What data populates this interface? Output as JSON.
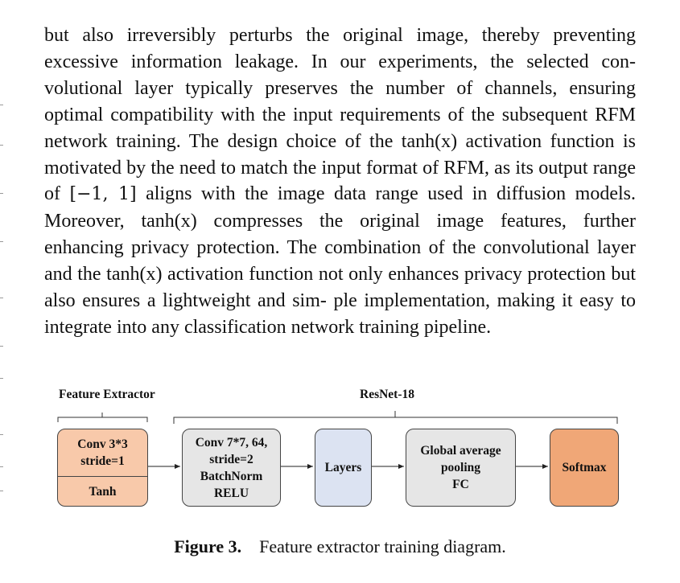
{
  "paragraph": {
    "line1": "but also irreversibly perturbs the original image, thereby preventing",
    "line2": "excessive information leakage. In our experiments, the selected con-",
    "line3": "volutional layer typically preserves the number of channels, ensuring",
    "line4": "optimal compatibility with the input requirements of the subsequent",
    "line5": "RFM network training. The design choice of the tanh(x) activation",
    "line6": "function is motivated by the need to match the input format of RFM,",
    "line7_a": "as its output range of ",
    "line7_math": "[−1, 1]",
    "line7_b": " aligns with the image data range used in",
    "line8": "diffusion models. Moreover, tanh(x) compresses the original image",
    "line9": "features, further enhancing privacy protection. The combination of",
    "line10": "the convolutional layer and the tanh(x) activation function not only",
    "line11": "enhances privacy protection but also ensures a lightweight and sim-",
    "line12": "ple implementation, making it easy to integrate into any classification",
    "line13": "network training pipeline."
  },
  "diagram": {
    "feature_extractor_label": "Feature Extractor",
    "resnet_label": "ResNet-18",
    "fe_box": {
      "line1": "Conv 3*3",
      "line2": "stride=1",
      "bottom": "Tanh"
    },
    "conv_box": {
      "line1": "Conv 7*7, 64,",
      "line2": "stride=2",
      "line3": "BatchNorm",
      "line4": "RELU"
    },
    "layers_box": "Layers",
    "gap_box": {
      "line1": "Global average",
      "line2": "pooling",
      "line3": "FC"
    },
    "softmax_box": "Softmax",
    "colors": {
      "feature_extractor": "#f8c9aa",
      "conv_block": "#e6e6e6",
      "layers": "#dce3f2",
      "pooling": "#e6e6e6",
      "softmax": "#f0a777"
    }
  },
  "caption": {
    "number": "Figure 3.",
    "text": "Feature extractor training diagram."
  }
}
